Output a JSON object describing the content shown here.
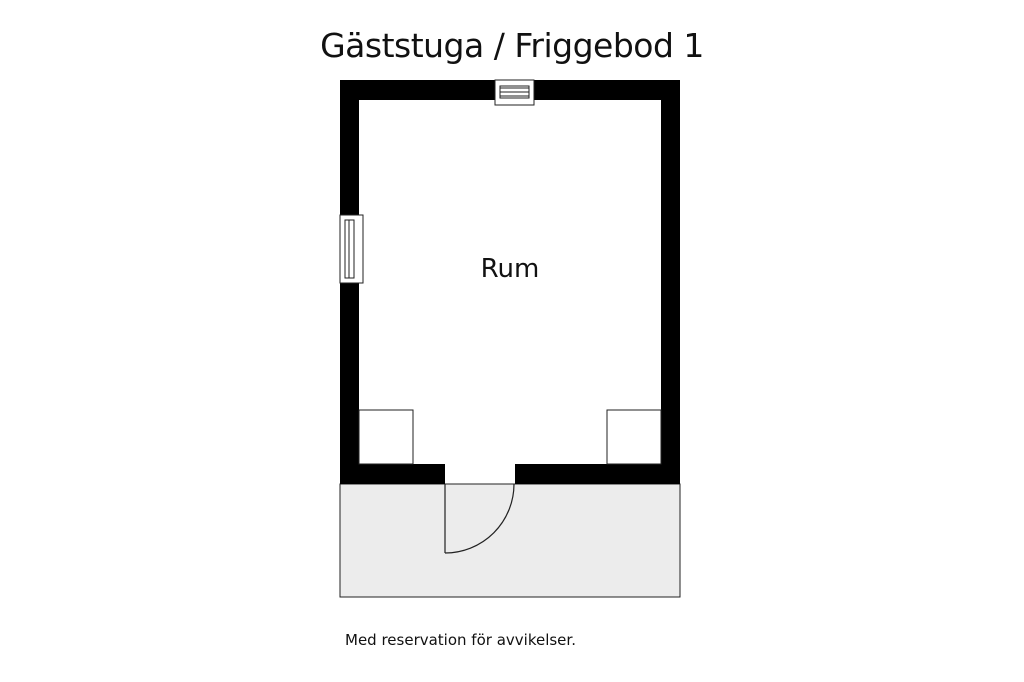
{
  "title": "Gäststuga / Friggebod 1",
  "rooms": [
    {
      "name": "Rum"
    }
  ],
  "disclaimer": "Med reservation för avvikelser.",
  "colors": {
    "wall": "#000000",
    "floor": "#ffffff",
    "deck": "#ececec",
    "line": "#222222"
  }
}
